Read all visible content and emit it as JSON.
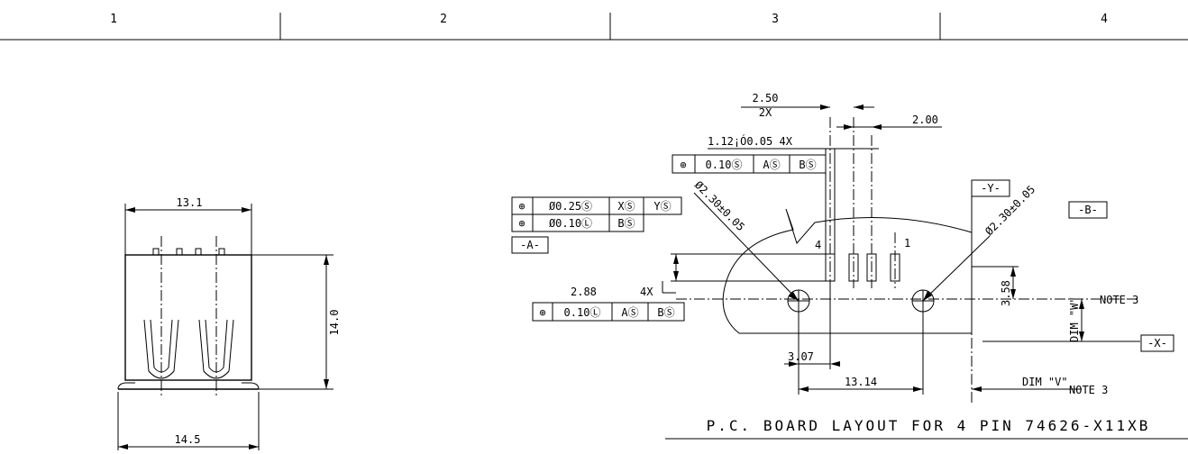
{
  "zones": [
    "1",
    "2",
    "3",
    "4"
  ],
  "left_view": {
    "dims": {
      "top_width": "13.1",
      "height": "14.0",
      "bottom_width": "14.5"
    }
  },
  "layout": {
    "dims": {
      "pitch": "2.50",
      "pitch_count": "2X",
      "offset": "2.00",
      "slot_width": "1.12¡Ó0.05 4X",
      "slot_length": "2.88",
      "slot_length_count": "4X",
      "hole_left": "Ø2.30±0.05",
      "hole_right": "Ø2.30±0.05",
      "x_offset": "3.07",
      "y_offset": "3.58",
      "hole_spacing": "13.14",
      "dim_v": "DIM \"V\"",
      "dim_w": "DIM \"W\""
    },
    "datums": {
      "y": "-Y-",
      "b": "-B-",
      "a": "-A-",
      "x": "-X-"
    },
    "fcf_slot_width": [
      "⊕",
      "0.10Ⓢ",
      "AⓈ",
      "BⓈ"
    ],
    "fcf_hole_1": [
      "⊕",
      "Ø0.25Ⓢ",
      "XⓈ",
      "YⓈ"
    ],
    "fcf_hole_2": [
      "⊕",
      "Ø0.10Ⓛ",
      "BⓈ"
    ],
    "fcf_slot_length": [
      "⊕",
      "0.10Ⓛ",
      "AⓈ",
      "BⓈ"
    ],
    "pin_labels": {
      "pin4": "4",
      "pin1": "1"
    },
    "notes": {
      "note_v": "NOTE 3",
      "note_w": "NOTE 3"
    },
    "title": "P.C. BOARD LAYOUT FOR 4 PIN 74626-X11XB"
  }
}
